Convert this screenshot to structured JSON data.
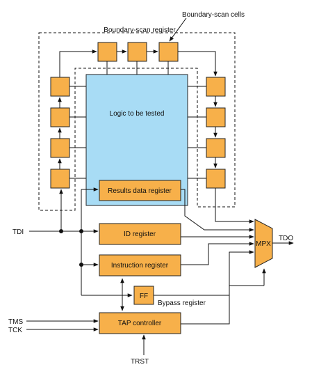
{
  "colors": {
    "cell_fill": "#f7b04a",
    "logic_fill": "#a8dcf5",
    "mux_fill": "#f7b04a",
    "line": "#111111"
  },
  "labels": {
    "boundary_scan_register": "Boundary-scan register",
    "boundary_scan_cells": "Boundary-scan cells",
    "logic_to_be_tested": "Logic to be tested",
    "results_data_register": "Results data register",
    "id_register": "ID register",
    "instruction_register": "Instruction register",
    "ff": "FF",
    "bypass_register": "Bypass register",
    "tap_controller": "TAP controller",
    "mpx": "MPX",
    "tdi": "TDI",
    "tdo": "TDO",
    "tms": "TMS",
    "tck": "TCK",
    "trst": "TRST"
  }
}
